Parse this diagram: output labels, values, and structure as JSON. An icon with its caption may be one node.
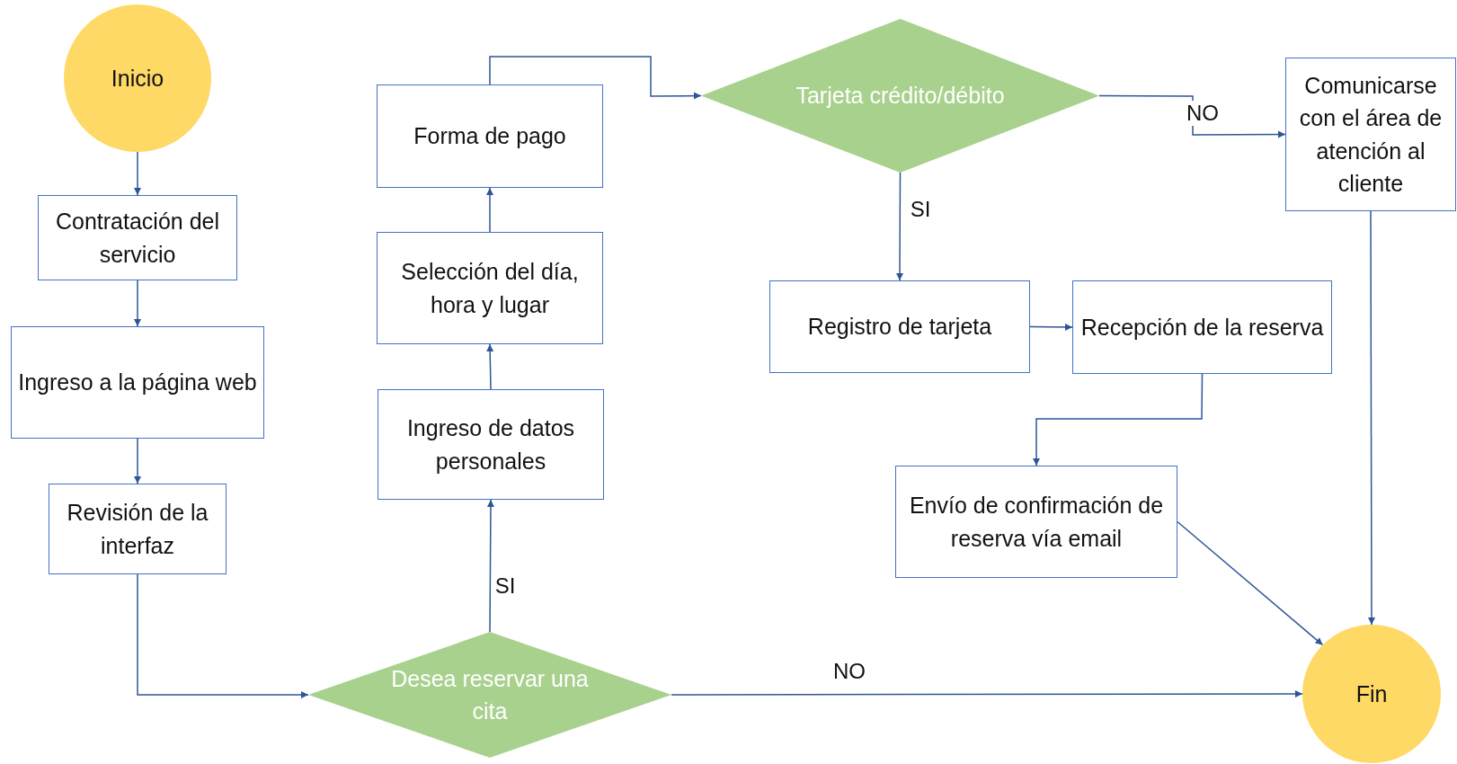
{
  "diagram": {
    "nodes": [
      {
        "text": [
          "Inicio"
        ]
      },
      {
        "text": [
          "Contratación del servicio"
        ]
      },
      {
        "text": [
          "Ingreso a la página web"
        ]
      },
      {
        "text": [
          "Revisión de la interfaz"
        ]
      },
      {
        "text": [
          "Desea reservar una cita"
        ]
      },
      {
        "text": [
          "Ingreso de datos personales"
        ]
      },
      {
        "text": [
          "Selección del día, hora y lugar"
        ]
      },
      {
        "text": [
          "Forma de pago"
        ]
      },
      {
        "text": [
          "Tarjeta crédito/débito"
        ]
      },
      {
        "text": [
          "Comunicarse con el área de atención al cliente"
        ]
      },
      {
        "text": [
          "Registro de tarjeta"
        ]
      },
      {
        "text": [
          "Recepción de la reserva"
        ]
      },
      {
        "text": [
          "Envío de confirmación de reserva vía email"
        ]
      },
      {
        "text": [
          "Fin"
        ]
      }
    ],
    "edges": [
      {
        "from": 0,
        "to": 1,
        "arrow": "to"
      },
      {
        "from": 1,
        "to": 2,
        "arrow": "to"
      },
      {
        "from": 2,
        "to": 3,
        "arrow": "to"
      },
      {
        "from": 3,
        "to": 4,
        "arrow": "to"
      },
      {
        "from": 4,
        "to": 5,
        "arrow": "to",
        "label": "SI"
      },
      {
        "from": 5,
        "to": 6,
        "arrow": "to"
      },
      {
        "from": 6,
        "to": 7,
        "arrow": "to"
      },
      {
        "from": 7,
        "to": 8,
        "arrow": "to"
      },
      {
        "from": 8,
        "to": 9,
        "arrow": "to",
        "label": "NO"
      },
      {
        "from": 8,
        "to": 10,
        "arrow": "to",
        "label": "SI"
      },
      {
        "from": 10,
        "to": 11,
        "arrow": "to"
      },
      {
        "from": 11,
        "to": 12,
        "arrow": "to"
      },
      {
        "from": 12,
        "to": 13,
        "arrow": "to"
      },
      {
        "from": 9,
        "to": 13,
        "arrow": "to"
      },
      {
        "from": 4,
        "to": 13,
        "arrow": "to",
        "label": "NO"
      }
    ]
  }
}
